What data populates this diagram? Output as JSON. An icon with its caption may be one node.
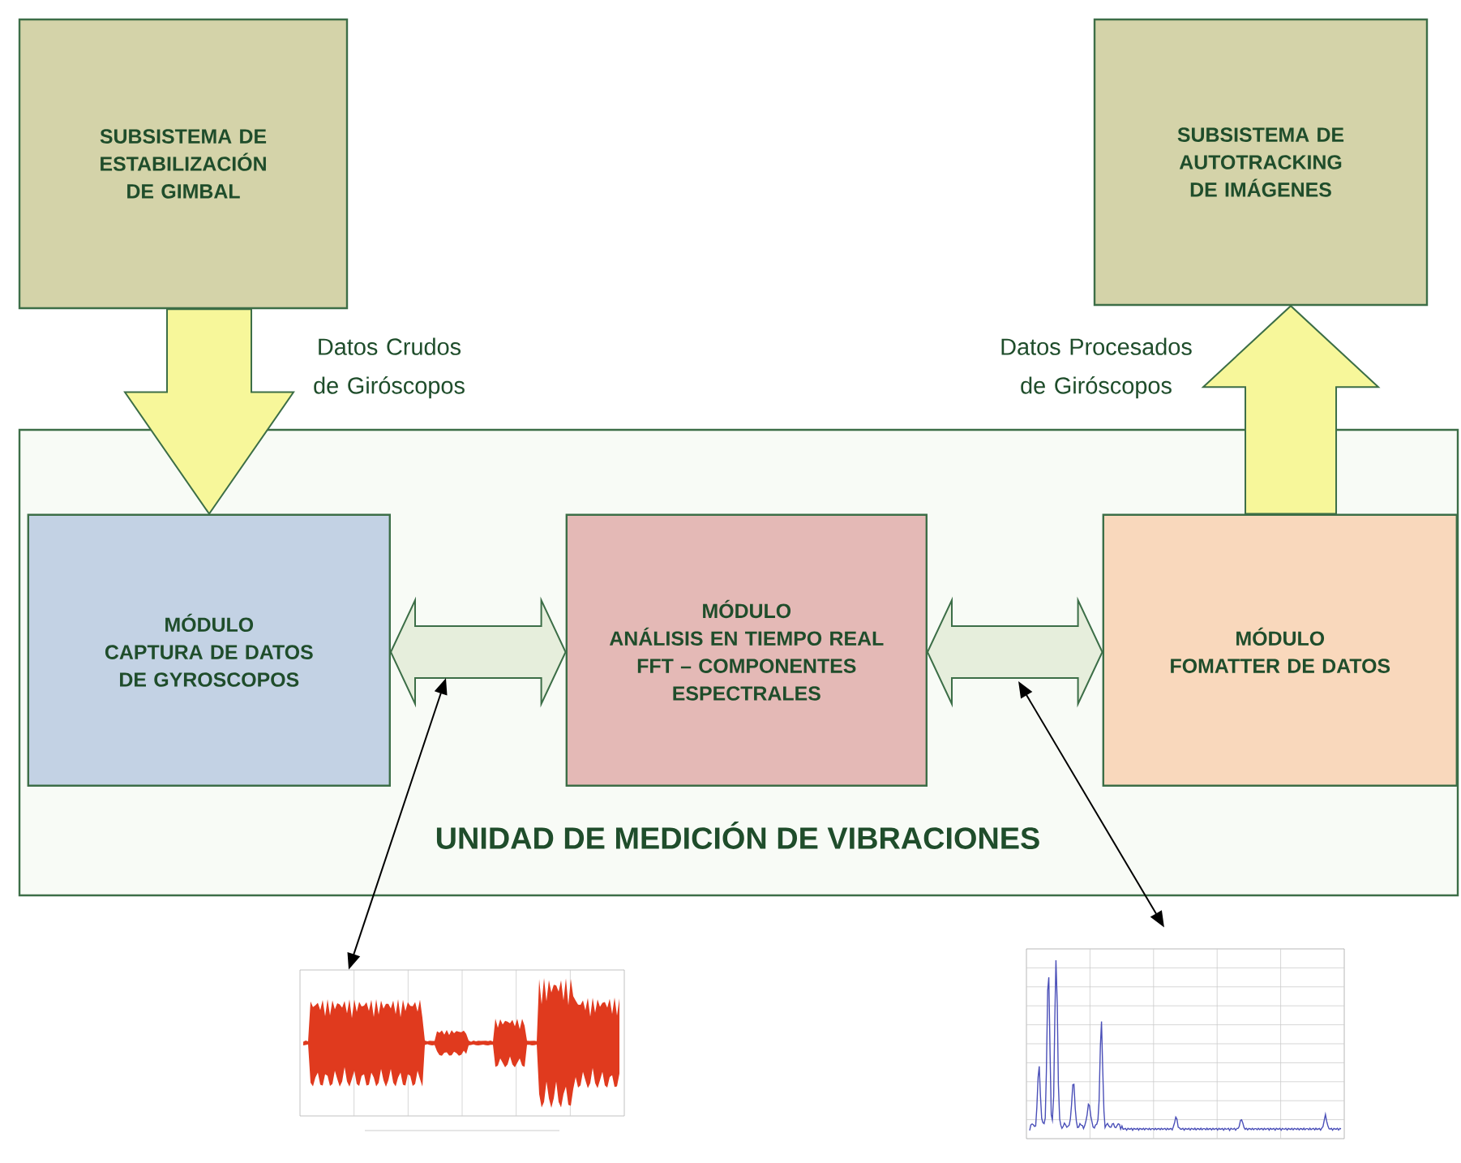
{
  "diagram": {
    "nodes": [
      {
        "text": [
          "SUBSISTEMA DE ESTABILIZACIÓN DE GIMBAL"
        ]
      },
      {
        "text": [
          "SUBSISTEMA DE AUTOTRACKING DE IMÁGENES"
        ]
      },
      {
        "text": [
          "UNIDAD DE MEDICIÓN DE VIBRACIONES"
        ]
      },
      {
        "text": [
          "MÓDULO",
          "CAPTURA DE DATOS DE GYROSCOPOS"
        ],
        "in": 2
      },
      {
        "text": [
          "MÓDULO",
          "ANÁLISIS EN TIEMPO REAL FFT – COMPONENTES ESPECTRALES"
        ],
        "in": 2
      },
      {
        "text": [
          "MÓDULO",
          "FOMATTER DE DATOS"
        ],
        "in": 2
      },
      {
        "text": [],
        "shape": "picture"
      },
      {
        "text": [],
        "shape": "picture"
      }
    ],
    "edges": [
      {
        "from": 0,
        "to": 3,
        "arrow": "to",
        "label": "Datos Crudos de Giróscopos",
        "style": "thick",
        "color": "#f7f79a"
      },
      {
        "from": 5,
        "to": 1,
        "arrow": "to",
        "label": "Datos Procesados de Giróscopos",
        "style": "thick",
        "color": "#f7f79a"
      },
      {
        "from": 3,
        "to": 4,
        "arrow": "both",
        "style": "thick"
      },
      {
        "from": 4,
        "to": 5,
        "arrow": "both",
        "style": "thick"
      },
      {
        "from": 6,
        "to": null,
        "arrow": "both"
      },
      {
        "from": 7,
        "to": null,
        "arrow": "both"
      }
    ]
  }
}
